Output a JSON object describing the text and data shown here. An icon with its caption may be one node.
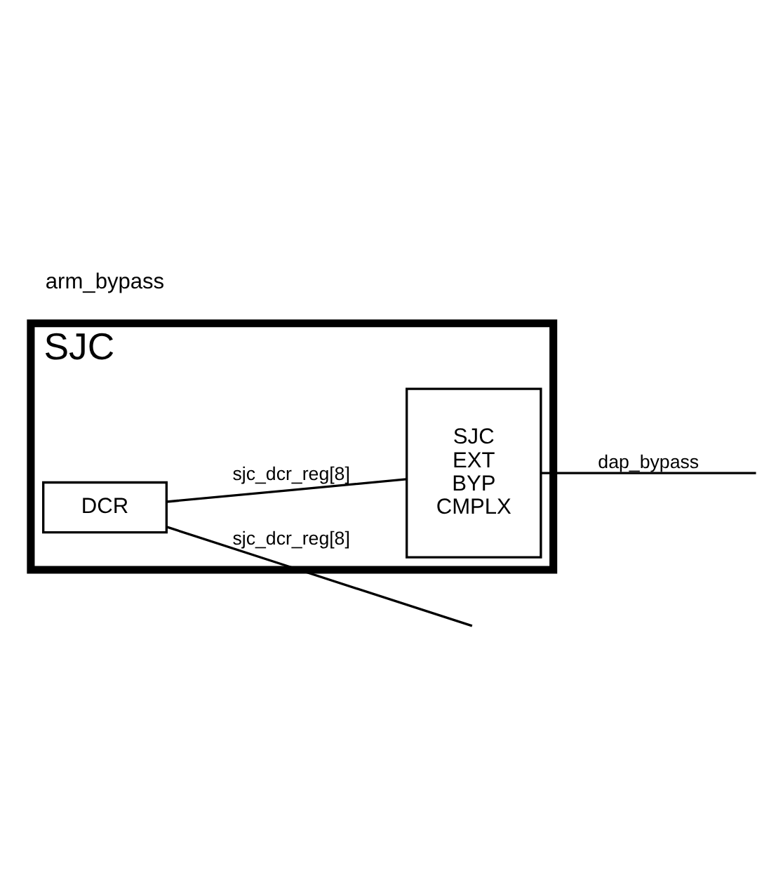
{
  "diagram": {
    "nodes": [
      {
        "text": [
          "SJC"
        ]
      },
      {
        "text": [
          "DCR"
        ],
        "in": 0
      },
      {
        "text": [
          "SJC EXT BYP CMPLX"
        ],
        "in": 0
      }
    ],
    "edges": [
      {
        "from": 1,
        "to": null,
        "arrow": "none",
        "label": "sjc_dcr_reg[8]"
      },
      {
        "from": 1,
        "to": 2,
        "arrow": "none",
        "label": "sjc_dcr_reg[8]"
      },
      {
        "from": 2,
        "to": null,
        "arrow": "none",
        "label": "dap_bypass"
      }
    ],
    "labels": [
      "arm_bypass"
    ]
  }
}
